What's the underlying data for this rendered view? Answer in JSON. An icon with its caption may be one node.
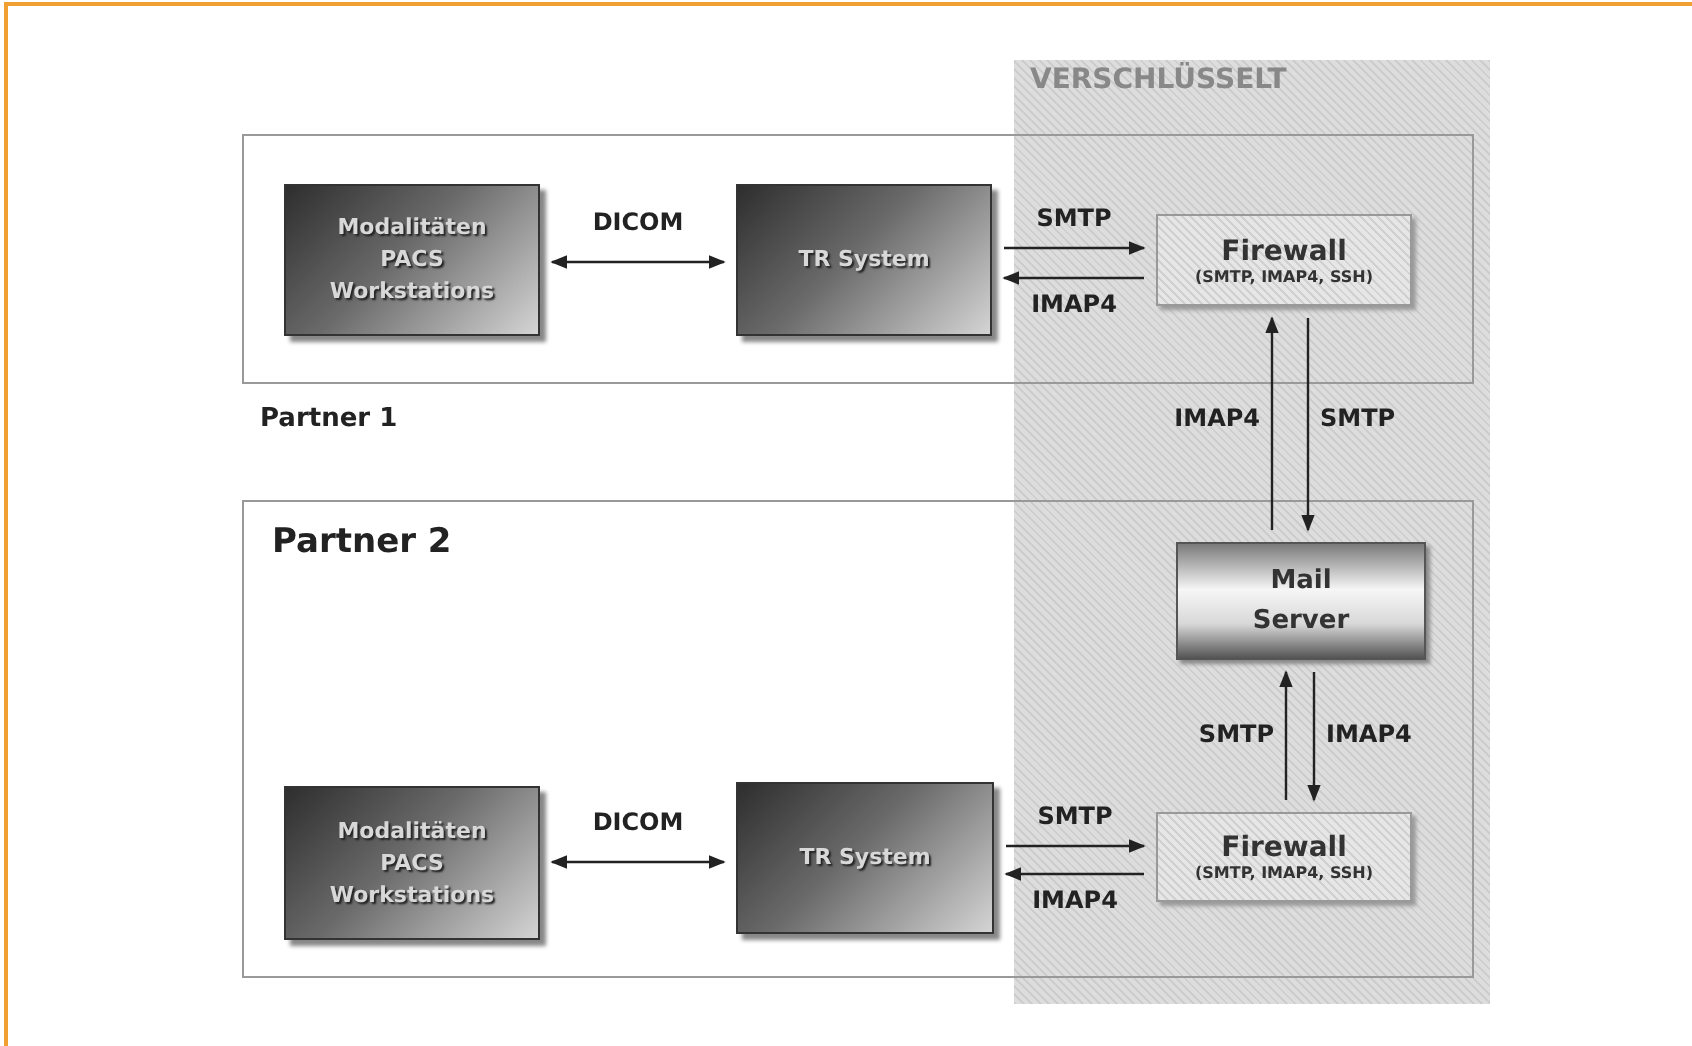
{
  "diagram": {
    "nodes": [
      {
        "text": [
          "Partner 1"
        ]
      },
      {
        "text": [
          "Modalitäten PACS Workstations"
        ],
        "in": 0
      },
      {
        "text": [
          "TR System"
        ],
        "in": 0
      },
      {
        "text": [
          "Firewall",
          "(SMTP, IMAP4, SSH)"
        ],
        "in": 0
      },
      {
        "text": [
          "Partner 2"
        ]
      },
      {
        "text": [
          "Mail Server"
        ],
        "in": 4
      },
      {
        "text": [
          "Modalitäten PACS Workstations"
        ],
        "in": 4
      },
      {
        "text": [
          "TR System"
        ],
        "in": 4
      },
      {
        "text": [
          "Firewall",
          "(SMTP, IMAP4, SSH)"
        ],
        "in": 4
      }
    ],
    "edges": [
      {
        "from": 1,
        "to": 2,
        "arrow": "both",
        "label": "DICOM"
      },
      {
        "from": 2,
        "to": 3,
        "arrow": "to",
        "label": "SMTP"
      },
      {
        "from": 3,
        "to": 2,
        "arrow": "to",
        "label": "IMAP4"
      },
      {
        "from": 5,
        "to": 3,
        "arrow": "to",
        "label": "IMAP4"
      },
      {
        "from": 3,
        "to": 5,
        "arrow": "to",
        "label": "SMTP"
      },
      {
        "from": 8,
        "to": 5,
        "arrow": "to",
        "label": "SMTP"
      },
      {
        "from": 5,
        "to": 8,
        "arrow": "to",
        "label": "IMAP4"
      },
      {
        "from": 6,
        "to": 7,
        "arrow": "both",
        "label": "DICOM"
      },
      {
        "from": 7,
        "to": 8,
        "arrow": "to",
        "label": "SMTP"
      },
      {
        "from": 8,
        "to": 7,
        "arrow": "to",
        "label": "IMAP4"
      }
    ],
    "labels": [
      "VERSCHLÜSSELT"
    ]
  }
}
